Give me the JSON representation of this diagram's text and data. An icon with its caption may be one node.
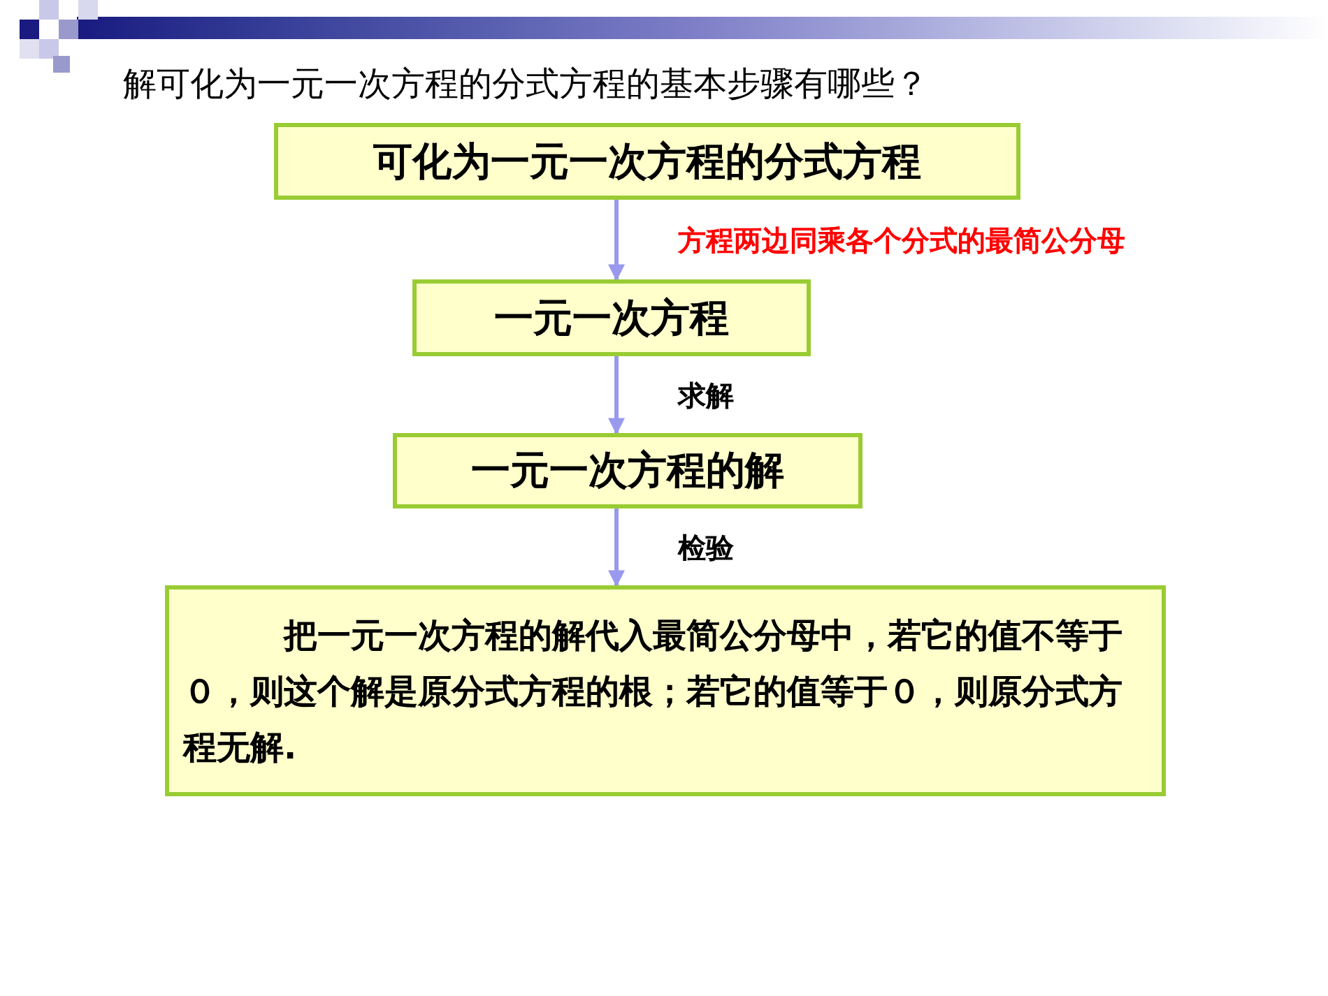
{
  "diagram": {
    "title": "解可化为一元一次方程的分式方程的基本步骤有哪些？",
    "nodes": [
      {
        "text": [
          "可化为一元一次方程的分式方程"
        ]
      },
      {
        "text": [
          "一元一次方程"
        ]
      },
      {
        "text": [
          "一元一次方程的解"
        ]
      },
      {
        "text": [
          "把一元一次方程的解代入最简公分母中，若它的值不等于０，则这个解是原分式方程的根；若它的值等于０，则原分式方程无解."
        ]
      }
    ],
    "edges": [
      {
        "from": 0,
        "to": 1,
        "arrow": "to",
        "label": "方程两边同乘各个分式的最简公分母"
      },
      {
        "from": 1,
        "to": 2,
        "arrow": "to",
        "label": "求解"
      },
      {
        "from": 2,
        "to": 3,
        "arrow": "to",
        "label": "检验"
      }
    ]
  }
}
